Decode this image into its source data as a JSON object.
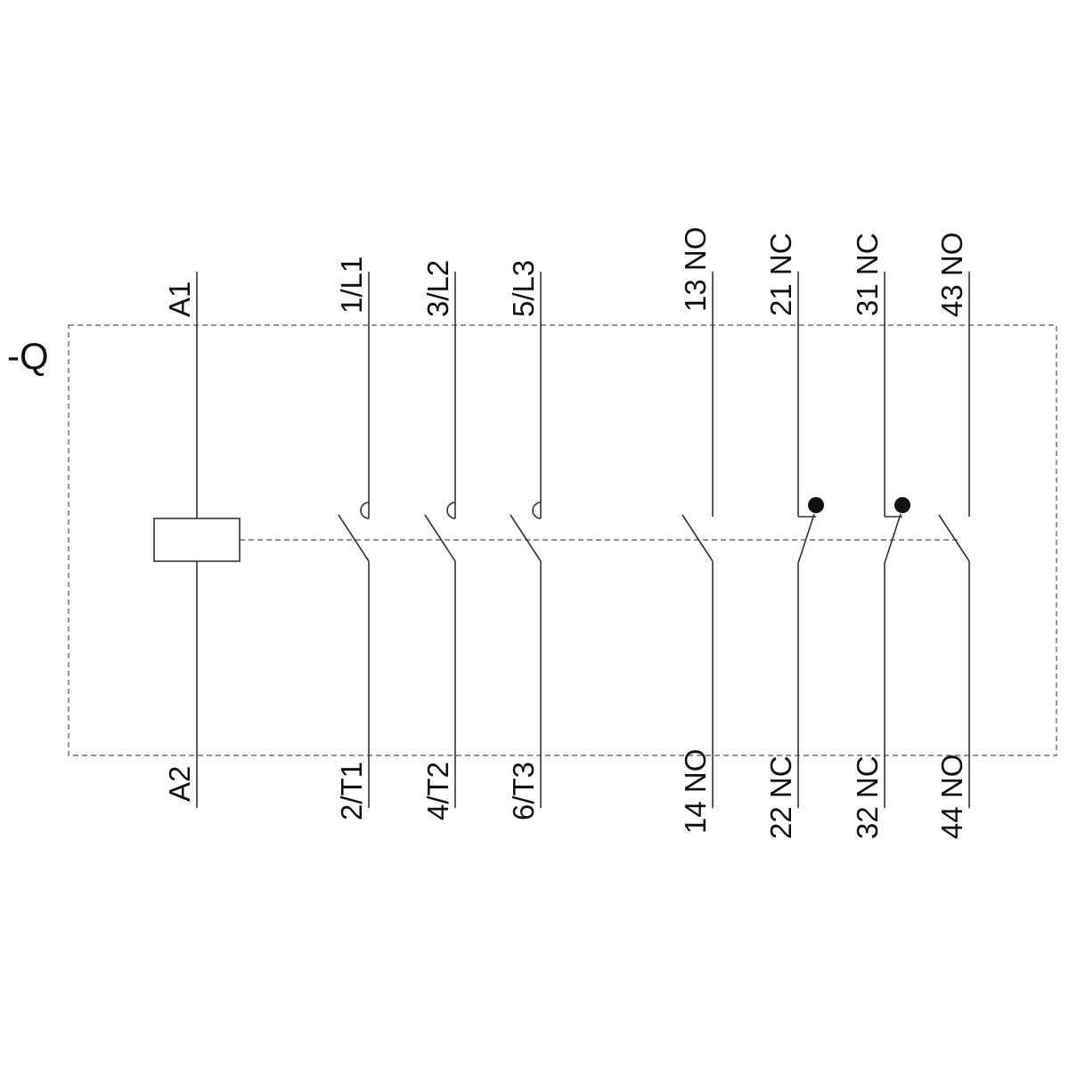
{
  "device_ref": "-Q",
  "coil": {
    "top": "A1",
    "bottom": "A2"
  },
  "main_contacts": [
    {
      "top": "1/L1",
      "bottom": "2/T1"
    },
    {
      "top": "3/L2",
      "bottom": "4/T2"
    },
    {
      "top": "5/L3",
      "bottom": "6/T3"
    }
  ],
  "aux_contacts": [
    {
      "top": "13 NO",
      "bottom": "14 NO",
      "type": "NO"
    },
    {
      "top": "21 NC",
      "bottom": "22 NC",
      "type": "NC"
    },
    {
      "top": "31 NC",
      "bottom": "32 NC",
      "type": "NC"
    },
    {
      "top": "43 NO",
      "bottom": "44 NO",
      "type": "NO"
    }
  ]
}
